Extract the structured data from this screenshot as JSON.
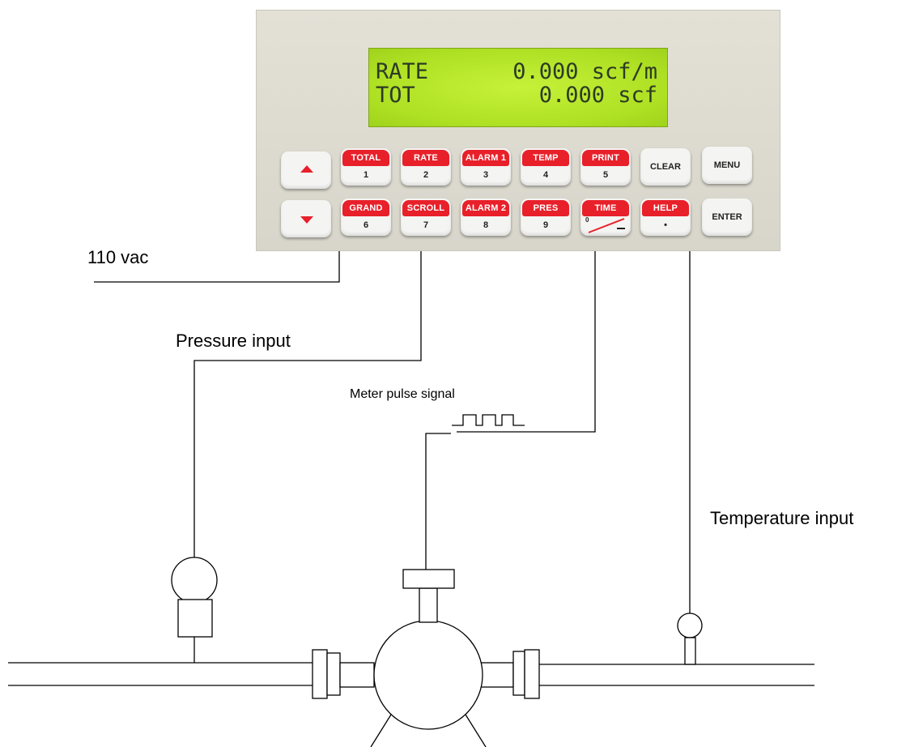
{
  "display": {
    "row1_label": "RATE",
    "row1_value": "0.000 scf/m",
    "row2_label": "TOT",
    "row2_value": "0.000 scf"
  },
  "keys": {
    "up_icon": "triangle-up-icon",
    "down_icon": "triangle-down-icon",
    "row1": [
      {
        "label": "TOTAL",
        "num": "1"
      },
      {
        "label": "RATE",
        "num": "2"
      },
      {
        "label": "ALARM 1",
        "num": "3"
      },
      {
        "label": "TEMP",
        "num": "4"
      },
      {
        "label": "PRINT",
        "num": "5"
      }
    ],
    "row2": [
      {
        "label": "GRAND",
        "num": "6"
      },
      {
        "label": "SCROLL",
        "num": "7"
      },
      {
        "label": "ALARM 2",
        "num": "8"
      },
      {
        "label": "PRES",
        "num": "9"
      },
      {
        "label": "TIME",
        "num": "0"
      },
      {
        "label": "HELP",
        "num": "•"
      }
    ],
    "clear": "CLEAR",
    "menu": "MENU",
    "enter": "ENTER"
  },
  "labels": {
    "power": "110 vac",
    "pressure": "Pressure input",
    "pulse": "Meter pulse signal",
    "temperature": "Temperature input"
  },
  "colors": {
    "key_red": "#e8202a",
    "lcd_green": "#b4e52a"
  }
}
